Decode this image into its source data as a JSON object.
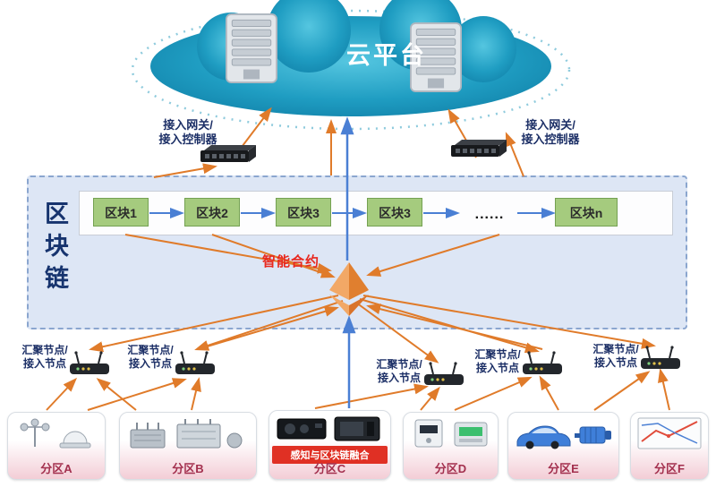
{
  "cloud": {
    "label": "云平台"
  },
  "gateways": {
    "left": {
      "line1": "接入网关/",
      "line2": "接入控制器"
    },
    "right": {
      "line1": "接入网关/",
      "line2": "接入控制器"
    }
  },
  "blockchain": {
    "title": "区块链",
    "smart_contract": "智能合约",
    "blocks": [
      {
        "label": "区块1"
      },
      {
        "label": "区块2"
      },
      {
        "label": "区块3"
      },
      {
        "label": "区块3"
      },
      {
        "label": "......"
      },
      {
        "label": "区块n"
      }
    ]
  },
  "agg_nodes": [
    {
      "line1": "汇聚节点/",
      "line2": "接入节点"
    },
    {
      "line1": "汇聚节点/",
      "line2": "接入节点"
    },
    {
      "line1": "汇聚节点/",
      "line2": "接入节点"
    },
    {
      "line1": "汇聚节点/",
      "line2": "接入节点"
    },
    {
      "line1": "汇聚节点/",
      "line2": "接入节点"
    }
  ],
  "partitions": [
    {
      "label": "分区A"
    },
    {
      "label": "分区B"
    },
    {
      "label": "分区C",
      "banner": "感知与区块链融合"
    },
    {
      "label": "分区D"
    },
    {
      "label": "分区E"
    },
    {
      "label": "分区F"
    }
  ],
  "icons": {
    "cloud_server": "server-rack",
    "gateway": "network-switch",
    "aggregation_node": "wifi-router",
    "smart_contract": "ethereum-diamond"
  },
  "colors": {
    "cloud_teal": "#1f9dc2",
    "block_green": "#a5cb7e",
    "arrow_orange": "#e07b2a",
    "arrow_blue": "#4a7fd4",
    "contract_red": "#e8281e",
    "banner_red": "#e03024",
    "partition_label": "#a3304e",
    "label_navy": "#1c2f66"
  }
}
